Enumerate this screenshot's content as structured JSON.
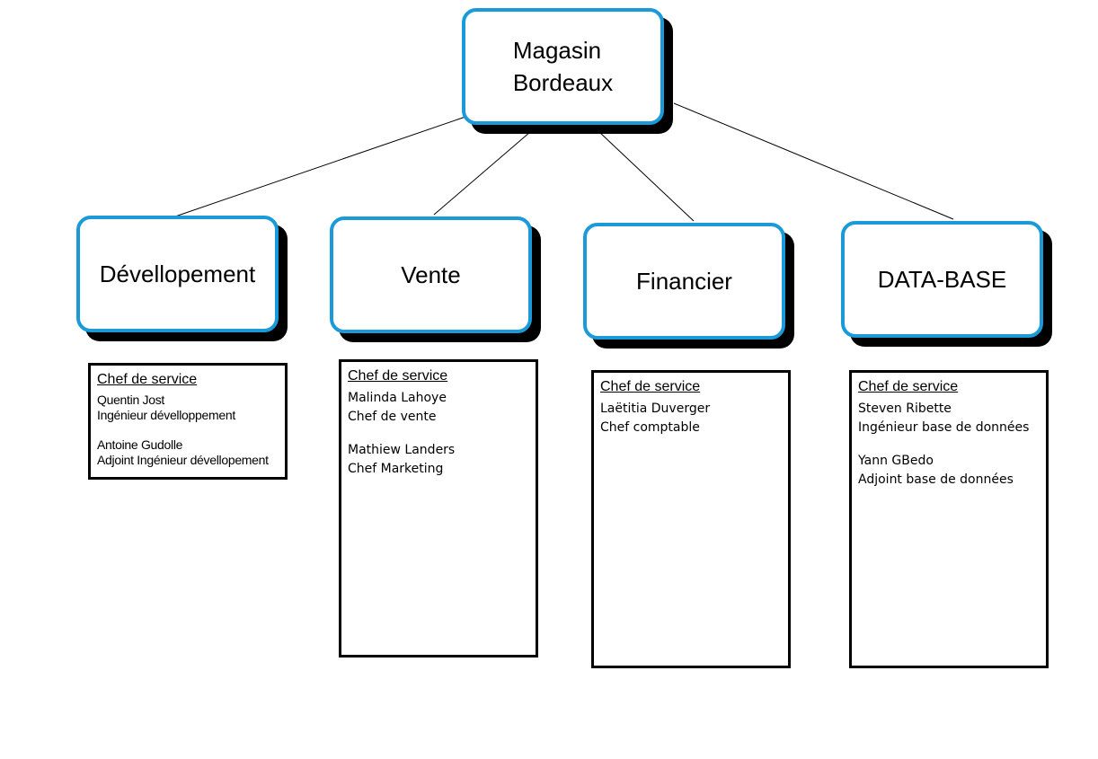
{
  "root": {
    "label_line1": "Magasin",
    "label_line2": "Bordeaux"
  },
  "departments": [
    {
      "name": "Dévellopement",
      "staff_heading": "Chef de service",
      "staff": [
        {
          "name": "Quentin Jost",
          "role": "Ingénieur dévelloppement"
        },
        {
          "name": "Antoine Gudolle",
          "role": "Adjoint Ingénieur dévellopement"
        }
      ]
    },
    {
      "name": "Vente",
      "staff_heading": "Chef de service",
      "staff": [
        {
          "name": "Malinda Lahoye",
          "role": "Chef de vente"
        },
        {
          "name": "Mathiew Landers",
          "role": "Chef Marketing"
        }
      ]
    },
    {
      "name": "Financier",
      "staff_heading": "Chef de service",
      "staff": [
        {
          "name": "Laëtitia Duverger",
          "role": "Chef comptable"
        }
      ]
    },
    {
      "name": "DATA-BASE",
      "staff_heading": "Chef de service",
      "staff": [
        {
          "name": "Steven Ribette",
          "role": "Ingénieur base de données"
        },
        {
          "name": "Yann GBedo",
          "role": "Adjoint base de données"
        }
      ]
    }
  ],
  "colors": {
    "node_border": "#1a9ad9",
    "shadow": "#000000",
    "connector": "#000000"
  }
}
